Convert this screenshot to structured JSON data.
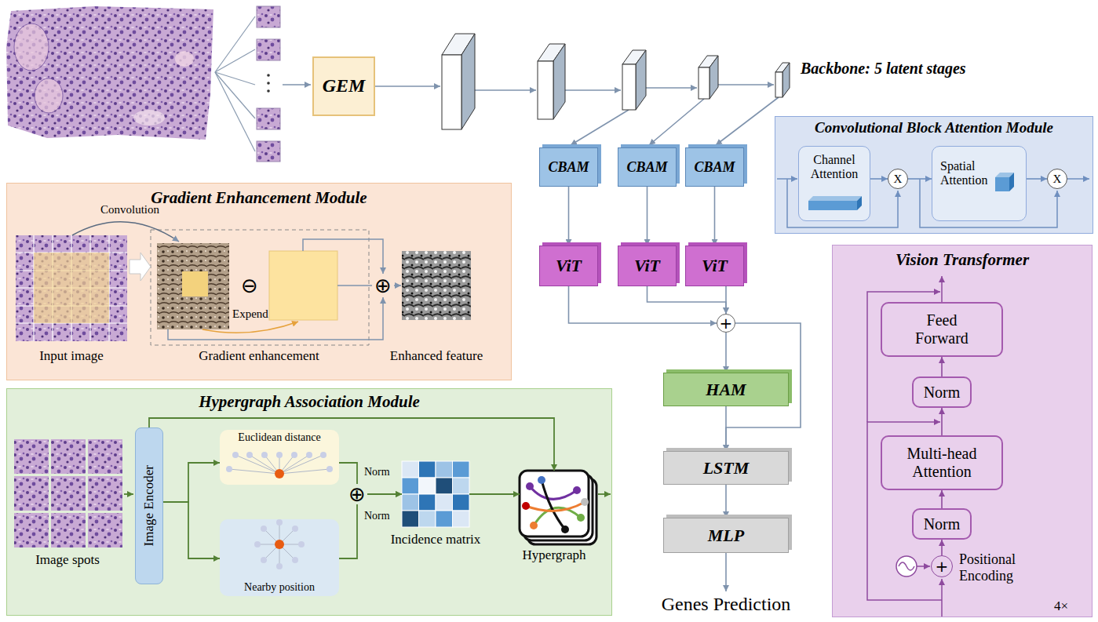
{
  "diagram": {
    "nodes": [
      {
        "text": [
          "GEM"
        ]
      },
      {
        "text": [
          "CBAM"
        ]
      },
      {
        "text": [
          "CBAM"
        ]
      },
      {
        "text": [
          "CBAM"
        ]
      },
      {
        "text": [
          "ViT"
        ]
      },
      {
        "text": [
          "ViT"
        ]
      },
      {
        "text": [
          "ViT"
        ]
      },
      {
        "text": [
          "+"
        ]
      },
      {
        "text": [
          "HAM"
        ]
      },
      {
        "text": [
          "LSTM"
        ]
      },
      {
        "text": [
          "MLP"
        ]
      },
      {
        "text": [
          "Convolutional Block Attention Module"
        ]
      },
      {
        "text": [
          "Channel Attention"
        ],
        "in": 11
      },
      {
        "text": [
          "X"
        ],
        "in": 11
      },
      {
        "text": [
          "Spatial Attention"
        ],
        "in": 11
      },
      {
        "text": [
          "X"
        ],
        "in": 11
      },
      {
        "text": [
          "Gradient Enhancement Module"
        ]
      },
      {
        "text": [
          "Hypergraph Association Module"
        ]
      },
      {
        "text": [
          "Image Encoder"
        ],
        "in": 17
      },
      {
        "text": [
          "Euclidean distance"
        ],
        "in": 17
      },
      {
        "text": [
          "Nearby position"
        ],
        "in": 17
      },
      {
        "text": [
          "Incidence matrix"
        ],
        "in": 17
      },
      {
        "text": [
          "Hypergraph"
        ],
        "in": 17
      },
      {
        "text": [
          "Vision Transformer"
        ]
      },
      {
        "text": [
          "Feed Forward"
        ],
        "in": 23
      },
      {
        "text": [
          "Norm"
        ],
        "in": 23
      },
      {
        "text": [
          "Multi-head Attention"
        ],
        "in": 23
      },
      {
        "text": [
          "Norm"
        ],
        "in": 23
      },
      {
        "text": [
          "+"
        ],
        "in": 23
      }
    ],
    "edges": [
      {
        "from": 1,
        "to": 4,
        "arrow": "to"
      },
      {
        "from": 2,
        "to": 5,
        "arrow": "to"
      },
      {
        "from": 3,
        "to": 6,
        "arrow": "to"
      },
      {
        "from": 4,
        "to": 7,
        "arrow": "to"
      },
      {
        "from": 5,
        "to": 7,
        "arrow": "to"
      },
      {
        "from": 6,
        "to": 7,
        "arrow": "to"
      },
      {
        "from": 7,
        "to": 8,
        "arrow": "to"
      },
      {
        "from": 8,
        "to": 9,
        "arrow": "to"
      },
      {
        "from": 7,
        "to": 9,
        "arrow": "to"
      },
      {
        "from": 9,
        "to": 10,
        "arrow": "to"
      },
      {
        "from": 12,
        "to": 13,
        "arrow": "to"
      },
      {
        "from": 13,
        "to": 14,
        "arrow": "to"
      },
      {
        "from": 14,
        "to": 15,
        "arrow": "to"
      },
      {
        "from": 18,
        "to": 19,
        "arrow": "to"
      },
      {
        "from": 18,
        "to": 20,
        "arrow": "to"
      },
      {
        "from": 19,
        "to": 21,
        "label": "Norm",
        "arrow": "to"
      },
      {
        "from": 20,
        "to": 21,
        "label": "Norm",
        "arrow": "to"
      },
      {
        "from": 18,
        "to": 22,
        "arrow": "to"
      },
      {
        "from": 21,
        "to": 22,
        "arrow": "to"
      },
      {
        "from": 28,
        "to": 27,
        "arrow": "to"
      },
      {
        "from": 27,
        "to": 26,
        "arrow": "to"
      },
      {
        "from": 26,
        "to": 25,
        "arrow": "to"
      },
      {
        "from": 25,
        "to": 24,
        "arrow": "to"
      }
    ],
    "labels": [
      "Backbone: 5 latent stages",
      "Convolution",
      "⊖",
      "Expend",
      "⊕",
      "Input image",
      "Gradient enhancement",
      "Enhanced feature",
      "Image spots",
      "⊕",
      "Genes Prediction",
      "Positional Encoding",
      "4×"
    ]
  }
}
